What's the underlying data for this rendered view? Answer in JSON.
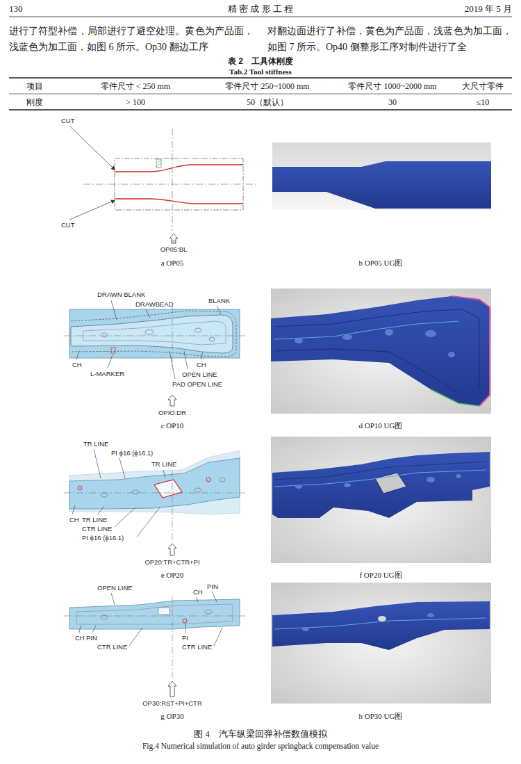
{
  "diagram": {
    "caption": "图 4　汽车纵梁回弹补偿数值模拟",
    "labels": [
      "130",
      "精 密 成 形 工 程",
      "2019 年 5 月",
      "进行了符型补偿，局部进行了避空处理。黄色为产品面，浅蓝色为加工面，如图 6 所示。Op30 翻边工序",
      "对翻边面进行了补偿，黄色为产品面，浅蓝色为加工面，如图 7 所示。Op40 侧整形工序对制件进行了全",
      "表 2　工具体刚度",
      "Tab.2 Tool stiffness",
      "项目",
      "零件尺寸 < 250 mm",
      "零件尺寸 250~1000 mm",
      "零件尺寸 1000~2000 mm",
      "大尺寸零件",
      "刚度",
      "> 100",
      "50（默认）",
      "30",
      "≤10",
      "CUT",
      "CUT",
      "OP05:BL",
      "a OP05",
      "b OP05 UG图",
      "DRAWN BLANK",
      "DRAWBEAD",
      "BLANK",
      "CH",
      "L-MARKER",
      "CH",
      "OPEN LINE",
      "PAD OPEN LINE",
      "OPIO:DR",
      "c OP10",
      "d OP10 UG图",
      "TR LINE",
      "PI ϕ16 (ϕ16.1)",
      "TR LINE",
      "CH",
      "TR LINE",
      "CTR LINE",
      "PI ϕ16 (ϕ16.1)",
      "OP20:TR+CTR+PI",
      "e OP20",
      "f OP20 UG图",
      "OPEN LINE",
      "CH",
      "PIN",
      "CH",
      "PIN",
      "CTR LINE",
      "PI",
      "CTR LINE",
      "OP30:RST+PI+CTR",
      "g OP30",
      "h OP30 UG图",
      "Fig.4 Numerical simulation of auto girder springback compensation value"
    ]
  }
}
